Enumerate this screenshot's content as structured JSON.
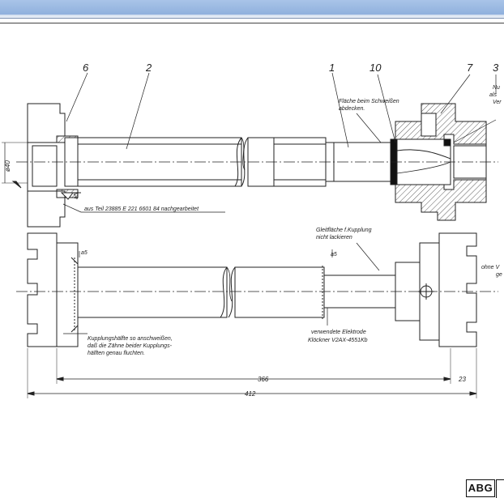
{
  "window": {
    "accent": "#a9c4e8"
  },
  "drawing": {
    "part_numbers": [
      "6",
      "2",
      "1",
      "10",
      "7",
      "3"
    ],
    "top_notes": {
      "weld_cover": [
        "Fläche beim Schweißen",
        "abdecken."
      ],
      "right_clipped": [
        "Nu",
        "als",
        "Ver"
      ],
      "source_part": "aus Teil 23885 E 221 6601 84 nachgearbeitet",
      "diameter": "ø40",
      "weld_size": "a5"
    },
    "bottom_notes": {
      "sliding_surface": [
        "Gleitfläche f.Kupplung",
        "nicht lackieren"
      ],
      "electrode": [
        "verwendete Elektrode",
        "Klöckner V2AX-4551Kb"
      ],
      "coupling": [
        "Kupplungshälfte so anschweißen,",
        "daß die Zähne  beider Kupplungs-",
        "hälften  genau fluchten."
      ],
      "right_clipped": [
        "ohne V",
        "ge"
      ],
      "weld_mark_left": "a5",
      "weld_mark_right": "a5"
    },
    "dimensions": {
      "inner": "366",
      "outer": "412",
      "right": "23"
    }
  },
  "logo": {
    "text": "ABG"
  }
}
